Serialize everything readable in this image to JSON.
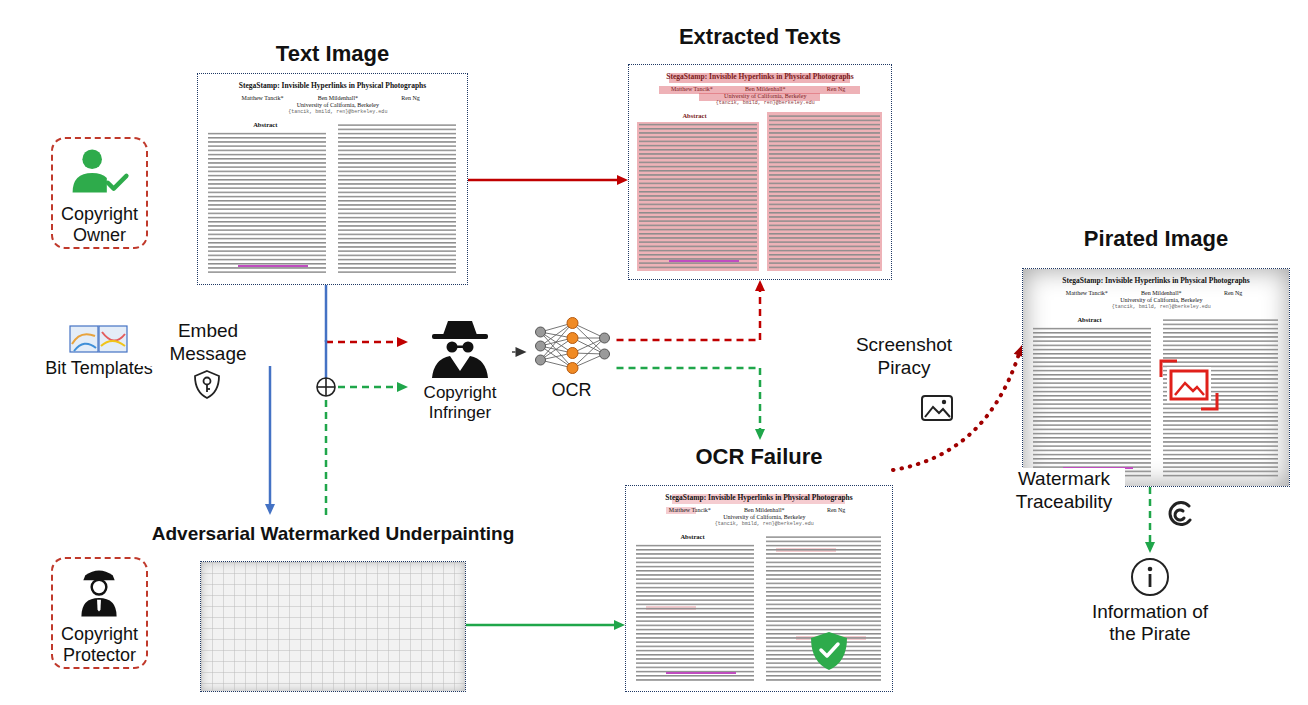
{
  "diagram": {
    "nodes": [
      {
        "text": [
          "Copyright Owner"
        ]
      },
      {
        "text": [
          "Text Image"
        ]
      },
      {
        "text": [
          "Extracted Texts"
        ]
      },
      {
        "text": [
          "Bit Templates"
        ]
      },
      {
        "text": [
          "Copyright Infringer"
        ]
      },
      {
        "text": [
          "OCR"
        ]
      },
      {
        "text": [
          "Pirated Image"
        ]
      },
      {
        "text": [
          "Adversarial Watermarked Underpainting"
        ]
      },
      {
        "text": [
          "Copyright Protector"
        ]
      },
      {
        "text": [
          "OCR Failure"
        ]
      },
      {
        "text": [
          "Information of the Pirate"
        ]
      }
    ],
    "edges": [
      {
        "from": 1,
        "to": 2,
        "arrow": "to"
      },
      {
        "from": 1,
        "to": 4,
        "arrow": "to"
      },
      {
        "from": 3,
        "to": 7,
        "label": "Embed Message",
        "arrow": "to"
      },
      {
        "from": 7,
        "to": 4,
        "arrow": "to"
      },
      {
        "from": 4,
        "to": 5,
        "arrow": "to"
      },
      {
        "from": 5,
        "to": 2,
        "arrow": "to"
      },
      {
        "from": 5,
        "to": 9,
        "arrow": "to"
      },
      {
        "from": 7,
        "to": 9,
        "arrow": "to"
      },
      {
        "from": 9,
        "to": 6,
        "label": "Screenshot Piracy",
        "arrow": "to"
      },
      {
        "from": 6,
        "to": 10,
        "label": "Watermark Traceability",
        "arrow": "to"
      }
    ],
    "labels": [
      "StegaStamp: Invisible Hyperlinks in Physical Photographs",
      "Matthew Tancik*",
      "Ben Mildenhall*",
      "Ren Ng",
      "University of California, Berkeley",
      "{tancik, bmild, ren}@berkeley.edu",
      "Abstract",
      "StegaStamp: Invisible Hyperlinks in Physical Photographs",
      "Matthew Tancik*",
      "Ben Mildenhall*",
      "Ren Ng",
      "University of California, Berkeley",
      "{tancik, bmild, ren}@berkeley.edu",
      "Abstract",
      "StegaStamp: Invisible Hyperlinks in Physical Photographs",
      "Matthew Tancik*",
      "Ben Mildenhall*",
      "Ren Ng",
      "University of California, Berkeley",
      "{tancik, bmild, ren}@berkeley.edu",
      "Abstract",
      "StegaStamp: Invisible Hyperlinks in Physical Photographs",
      "Matthew Tancik*",
      "Ben Mildenhall*",
      "Ren Ng",
      "University of California, Berkeley",
      "{tancik, bmild, ren}@berkeley.edu",
      "Abstract"
    ]
  }
}
